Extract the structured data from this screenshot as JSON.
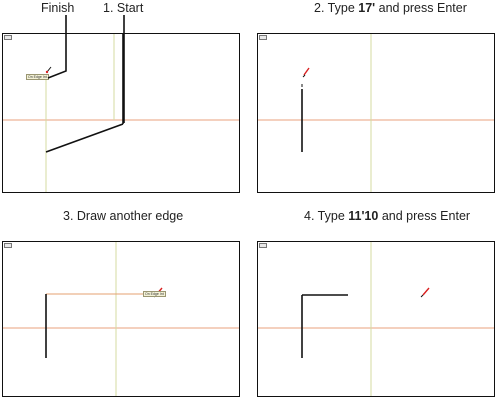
{
  "callouts": {
    "finish": "Finish",
    "start": "1. Start"
  },
  "steps": [
    {
      "prefix": "",
      "bold": "",
      "suffix": ""
    },
    {
      "prefix": "2. Type ",
      "bold": "17'",
      "suffix": " and press Enter"
    },
    {
      "prefix": "3. Draw another edge",
      "bold": "",
      "suffix": ""
    },
    {
      "prefix": "4. Type ",
      "bold": "11'10",
      "suffix": " and press Enter"
    }
  ],
  "inference_tag": "On Edge Int",
  "colors": {
    "frame": "#111111",
    "edge": "#111111",
    "red_axis": "#e8a27c",
    "green_axis": "#d4dba2",
    "inference_dot": "#d92020"
  },
  "icons": [
    "pencil-cursor-icon",
    "window-corner-icon"
  ]
}
